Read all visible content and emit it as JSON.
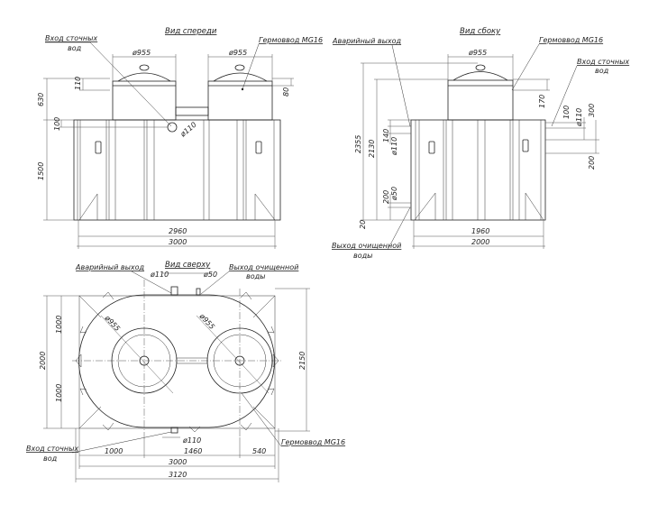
{
  "front": {
    "title": "Вид спереди",
    "inlet_label_1": "Вход сточных",
    "inlet_label_2": "вод",
    "gland_label": "Гермоввод MG16",
    "d_left": "ø955",
    "d_right": "ø955",
    "d_inlet": "ø110",
    "h_630": "630",
    "h_110": "110",
    "h_100": "100",
    "h_1500": "1500",
    "h_80": "80",
    "w_2960": "2960",
    "w_3000": "3000"
  },
  "side": {
    "title": "Вид сбоку",
    "emergency_label": "Аварийный выход",
    "gland_label": "Гермоввод MG16",
    "inlet_label_1": "Вход сточных",
    "inlet_label_2": "вод",
    "outlet_label_1": "Выход очищенной",
    "outlet_label_2": "воды",
    "d_955": "ø955",
    "h_2355": "2355",
    "h_2130": "2130",
    "h_140": "140",
    "d_110a": "ø110",
    "h_200a": "200",
    "d_50": "ø50",
    "h_20": "20",
    "h_170": "170",
    "h_100": "100",
    "d_110b": "ø110",
    "h_300": "300",
    "h_200b": "200",
    "w_1960": "1960",
    "w_2000": "2000"
  },
  "top": {
    "title": "Вид сверху",
    "emergency_label": "Аварийный выход",
    "outlet_label_1": "Выход очищенной",
    "outlet_label_2": "воды",
    "d_110_top": "ø110",
    "d_50": "ø50",
    "d_left": "ø955",
    "d_right": "ø955",
    "h_1000a": "1000",
    "h_1000b": "1000",
    "h_2000": "2000",
    "h_2150": "2150",
    "inlet_label_1": "Вход сточных",
    "inlet_label_2": "вод",
    "d_110_bottom": "ø110",
    "gland_label": "Гермоввод MG16",
    "w_1000": "1000",
    "w_1460": "1460",
    "w_540": "540",
    "w_3000": "3000",
    "w_3120": "3120"
  }
}
